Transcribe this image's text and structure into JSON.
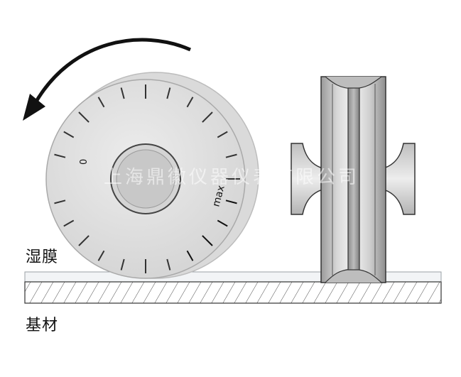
{
  "labels": {
    "wet_film": "湿膜",
    "substrate": "基材"
  },
  "wheel": {
    "zero_label": "0",
    "max_label": "max",
    "tick_count": 24
  },
  "watermark": "上海鼎徽仪器仪表有限公司",
  "colors": {
    "ink": "#111111",
    "wheel_fill": "#e3e3e3",
    "hub_fill": "#d6d6d6",
    "film": "#f2f4f6",
    "hatch": "#333333"
  }
}
